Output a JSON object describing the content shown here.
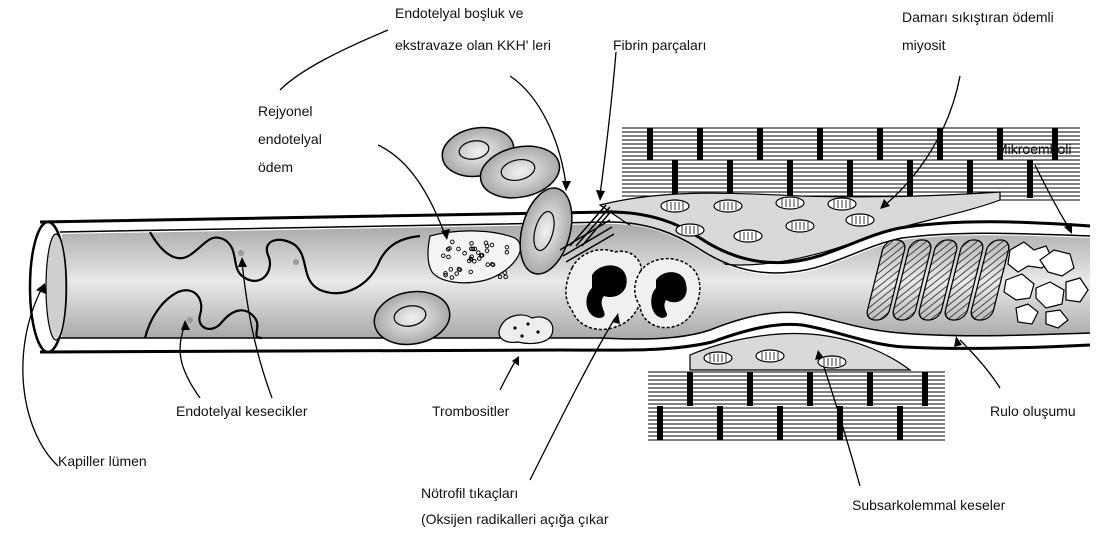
{
  "labels": {
    "endothelial_gap": [
      "Endotelyal boşluk ve",
      "ekstravaze olan KKH' leri"
    ],
    "fibrin": "Fibrin parçaları",
    "myocyte": [
      "Damarı sıkıştıran ödemli",
      "miyosit"
    ],
    "regional_edema": [
      "Rejyonel",
      "endotelyal",
      "ödem"
    ],
    "microemboli": "Mikroemboli",
    "vesicles": "Endotelyal kesecikler",
    "thrombocytes": "Trombositler",
    "rouleaux": "Rulo oluşumu",
    "lumen": "Kapiller lümen",
    "neutrophil": [
      "Nötrofil tıkaçları",
      "(Oksijen radikalleri açığa çıkar"
    ],
    "subsarcolemmal": "Subsarkolemmal keseler"
  },
  "colors": {
    "line": "#000000",
    "vessel_fill": "#bdbdbd",
    "tissue_fill": "#d2d2d2",
    "cell_fill": "#b8b8b8",
    "background": "#ffffff"
  }
}
